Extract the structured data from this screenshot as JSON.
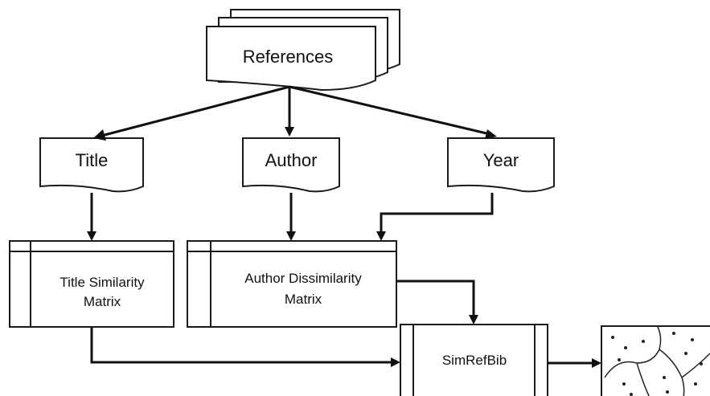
{
  "nodes": {
    "references": {
      "label": "References"
    },
    "title": {
      "label": "Title"
    },
    "author": {
      "label": "Author"
    },
    "year": {
      "label": "Year"
    },
    "title_matrix": {
      "line1": "Title Similarity",
      "line2": "Matrix"
    },
    "author_matrix": {
      "line1": "Author Dissimilarity",
      "line2": "Matrix"
    },
    "simrefbib": {
      "label": "SimRefBib"
    }
  }
}
